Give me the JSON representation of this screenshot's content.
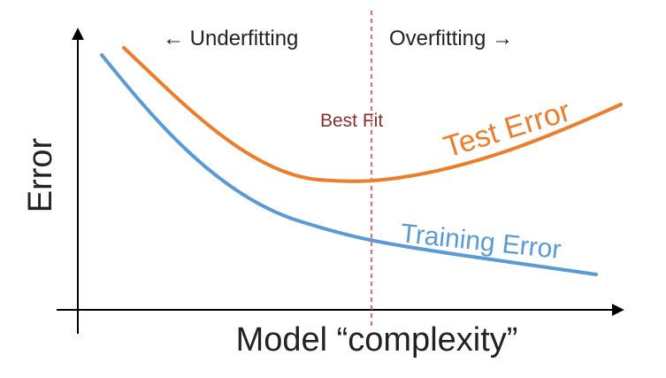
{
  "labels": {
    "underfitting": "← Underfitting",
    "overfitting": "Overfitting →",
    "best_fit": "Best Fit",
    "test_error": "Test Error",
    "training_error": "Training Error",
    "y_axis": "Error",
    "x_axis": "Model “complexity”"
  },
  "colors": {
    "test_curve": "#ee7d2b",
    "training_curve": "#5b9bd5",
    "best_fit_line": "#e0363a",
    "best_fit_text": "#8b2f2f",
    "axis": "#000000",
    "text": "#222222"
  }
}
